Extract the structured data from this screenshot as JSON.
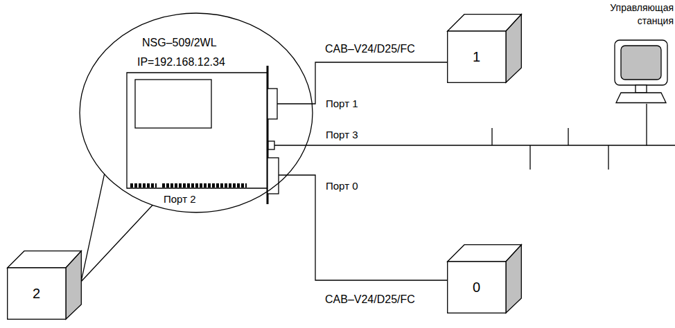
{
  "diagram": {
    "nodes": [
      {
        "text": [
          "NSG–509/2WL",
          "IP=192.168.12.34"
        ]
      },
      {
        "text": [
          "1"
        ]
      },
      {
        "text": [
          "Управляющая станция"
        ]
      },
      {
        "text": [
          "0"
        ]
      },
      {
        "text": [
          "2"
        ]
      }
    ],
    "edges": [
      {
        "from": 0,
        "to": 1,
        "arrow": "none",
        "label": "CAB–V24/D25/FC"
      },
      {
        "from": 0,
        "to": 3,
        "arrow": "none",
        "label": "CAB–V24/D25/FC"
      },
      {
        "from": 0,
        "to": 2,
        "arrow": "none"
      },
      {
        "from": 0,
        "to": 4,
        "arrow": "none"
      }
    ],
    "labels": [
      "Порт 1",
      "Порт 3",
      "Порт 0",
      "Порт 2"
    ]
  }
}
